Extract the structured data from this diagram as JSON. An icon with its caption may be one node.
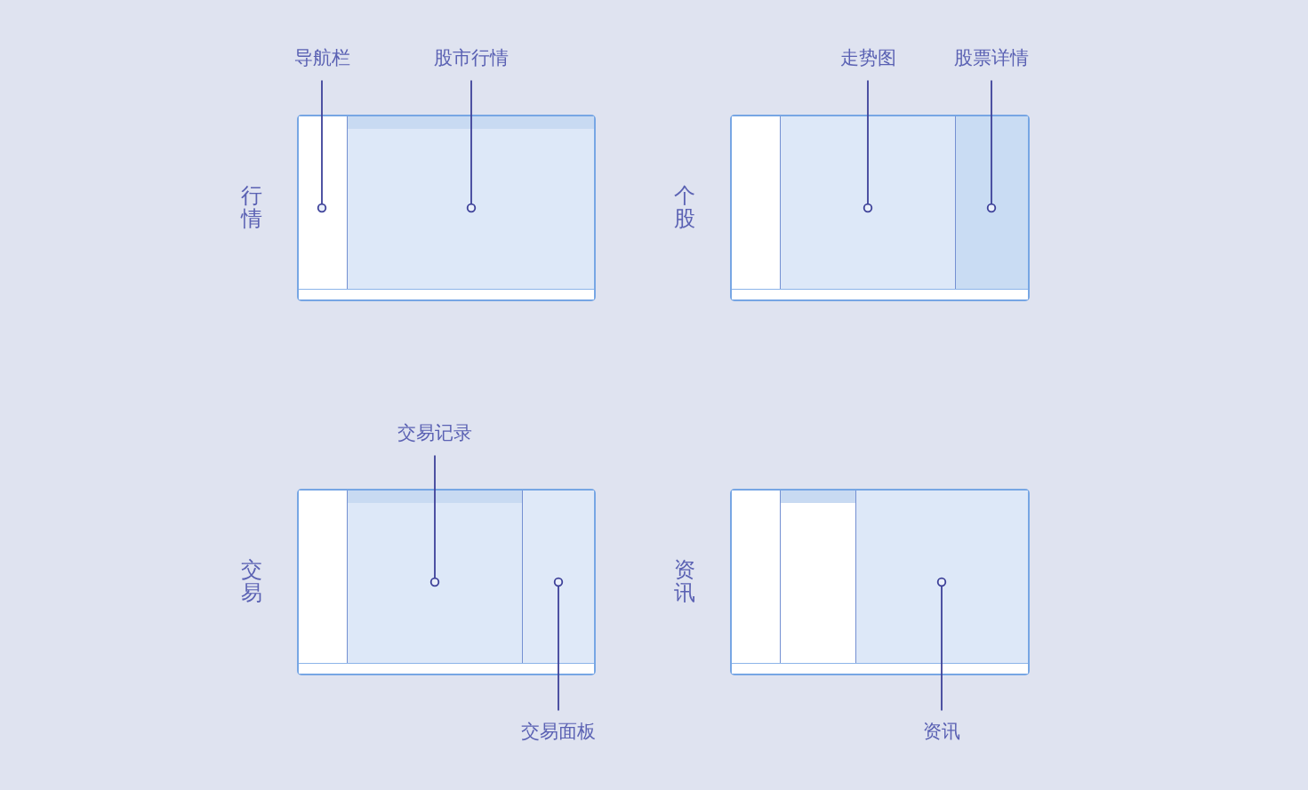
{
  "diagram": {
    "nodes": [
      {
        "text": [
          "导航栏"
        ]
      },
      {
        "text": [
          "股市行情"
        ]
      },
      {
        "text": [
          "行情"
        ]
      },
      {
        "text": [],
        "shape": "box",
        "in": 2
      },
      {
        "text": [],
        "shape": "box",
        "in": 2
      },
      {
        "text": [
          "走势图"
        ]
      },
      {
        "text": [
          "股票详情"
        ]
      },
      {
        "text": [
          "个股"
        ]
      },
      {
        "text": [],
        "shape": "box",
        "in": 7
      },
      {
        "text": [],
        "shape": "box",
        "in": 7
      },
      {
        "text": [],
        "shape": "box",
        "in": 7
      },
      {
        "text": [
          "交易记录"
        ]
      },
      {
        "text": [
          "交易"
        ]
      },
      {
        "text": [],
        "shape": "box",
        "in": 12
      },
      {
        "text": [],
        "shape": "box",
        "in": 12
      },
      {
        "text": [],
        "shape": "box",
        "in": 12
      },
      {
        "text": [
          "交易面板"
        ]
      },
      {
        "text": [
          "资讯"
        ]
      },
      {
        "text": [],
        "shape": "box",
        "in": 17
      },
      {
        "text": [],
        "shape": "box",
        "in": 17
      },
      {
        "text": [],
        "shape": "box",
        "in": 17
      },
      {
        "text": [
          "资讯"
        ]
      }
    ],
    "edges": [
      {
        "from": 0,
        "to": 3,
        "arrow": "other"
      },
      {
        "from": 1,
        "to": 4,
        "arrow": "other"
      },
      {
        "from": 5,
        "to": 9,
        "arrow": "other"
      },
      {
        "from": 6,
        "to": 10,
        "arrow": "other"
      },
      {
        "from": 11,
        "to": 14,
        "arrow": "other"
      },
      {
        "from": 16,
        "to": 15,
        "arrow": "other"
      },
      {
        "from": 21,
        "to": 20,
        "arrow": "other"
      }
    ]
  }
}
